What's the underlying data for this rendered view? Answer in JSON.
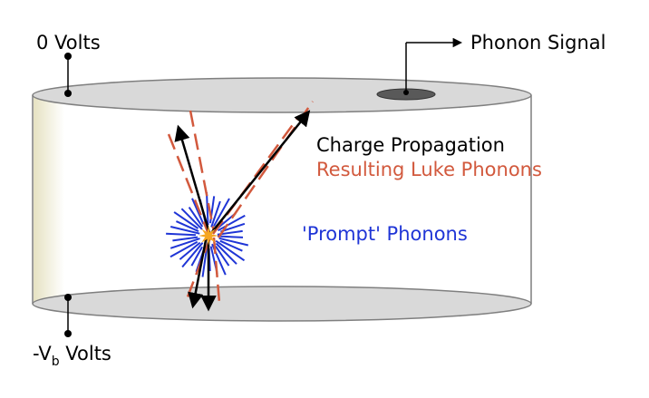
{
  "labels": {
    "top_voltage": "0 Volts",
    "bottom_voltage_prefix": "-V",
    "bottom_voltage_subscript": "b",
    "bottom_voltage_suffix": " Volts",
    "phonon_signal": "Phonon Signal",
    "charge_propagation": "Charge Propagation",
    "luke_phonons": "Resulting Luke Phonons",
    "prompt_phonons": "'Prompt' Phonons"
  },
  "colors": {
    "cylinder_fill": "#ffffff",
    "cap_fill": "#d9d9d9",
    "outline": "#7f7f7f",
    "left_shade": "#ece9cf",
    "sensor_fill": "#595959",
    "charge": "#000000",
    "luke": "#d2593d",
    "prompt": "#1f35d6",
    "event": "#f5a623"
  }
}
